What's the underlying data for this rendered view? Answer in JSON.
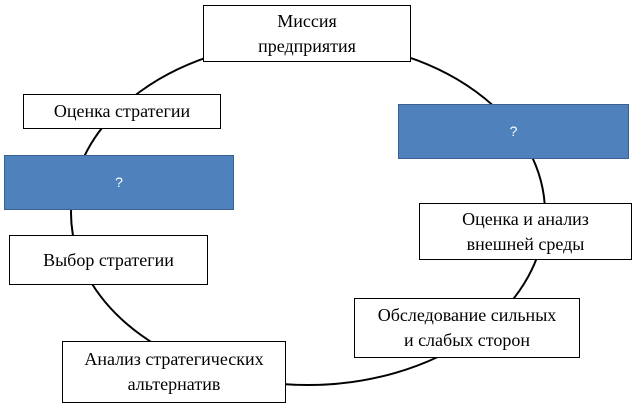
{
  "diagram": {
    "colors": {
      "box_fill": "#ffffff",
      "box_border": "#000000",
      "placeholder_fill": "#4f81bd",
      "placeholder_border": "#3a6190",
      "placeholder_text": "#ffffff",
      "circle_stroke": "#000000"
    },
    "nodes": [
      {
        "text": "Миссия\nпредприятия",
        "kind": "box"
      },
      {
        "text": "?",
        "kind": "placeholder"
      },
      {
        "text": "Оценка и анализ\nвнешней среды",
        "kind": "box"
      },
      {
        "text": "Обследование сильных\nи слабых сторон",
        "kind": "box"
      },
      {
        "text": "Анализ стратегических\nальтернатив",
        "kind": "box"
      },
      {
        "text": "Выбор стратегии",
        "kind": "box"
      },
      {
        "text": "?",
        "kind": "placeholder"
      },
      {
        "text": "Оценка стратегии",
        "kind": "box"
      }
    ]
  }
}
